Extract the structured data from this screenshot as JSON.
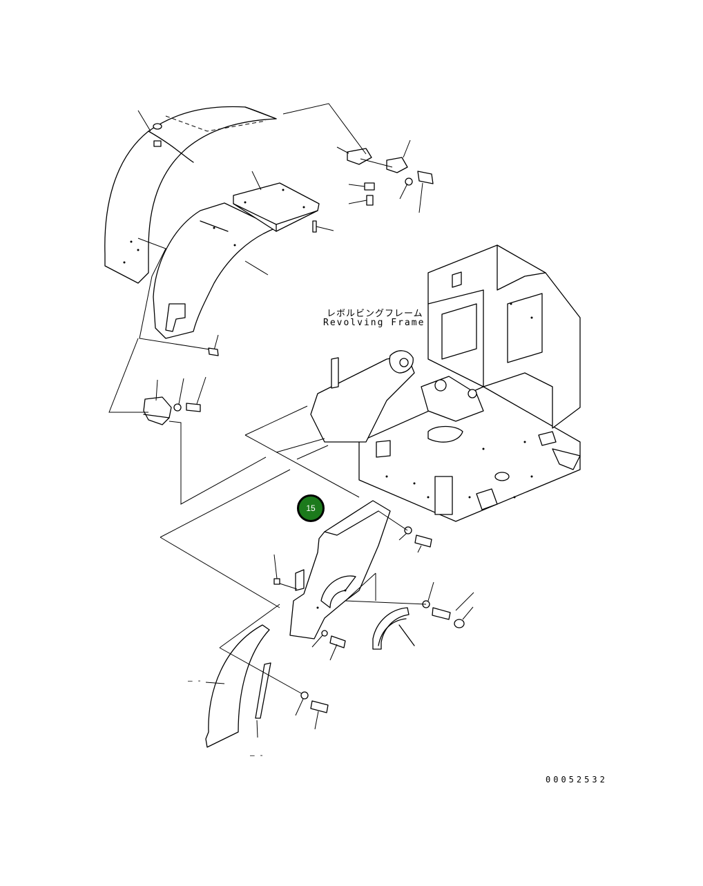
{
  "diagram": {
    "frame_label_jp": "レボルビングフレーム",
    "frame_label_en": "Revolving Frame",
    "figure_number": "00052532",
    "callout": {
      "part_number": "15",
      "color": "#1c7a1c"
    },
    "stray_marks": [
      "– -",
      "– -"
    ]
  }
}
